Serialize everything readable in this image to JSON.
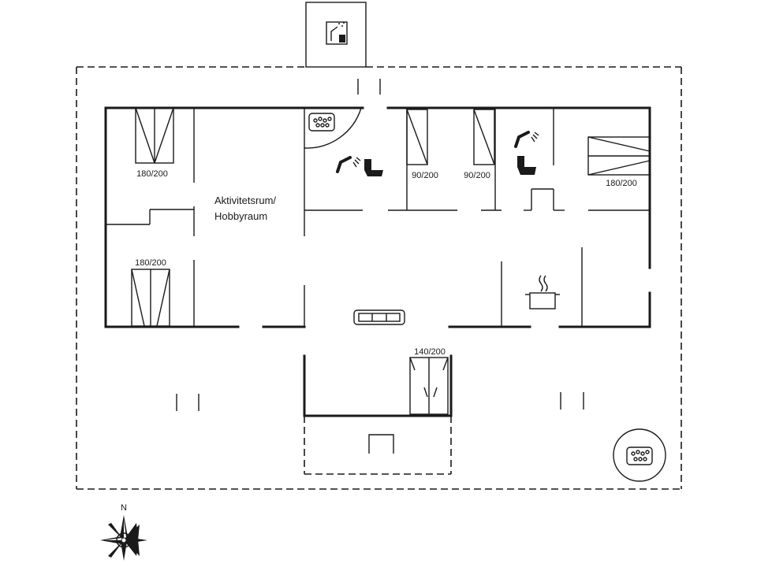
{
  "rooms": {
    "activity_line1": "Aktivitetsrum/",
    "activity_line2": "Hobbyraum"
  },
  "beds": [
    {
      "id": "bed-northwest",
      "size": "180/200"
    },
    {
      "id": "bed-southwest",
      "size": "180/200"
    },
    {
      "id": "bed-single-a",
      "size": "90/200"
    },
    {
      "id": "bed-single-b",
      "size": "90/200"
    },
    {
      "id": "bed-northeast",
      "size": "180/200"
    },
    {
      "id": "bed-sofa-bed",
      "size": "140/200"
    }
  ],
  "compass": {
    "north": "N"
  },
  "icons": [
    "whirlpool-icon",
    "outdoor-shower-icon",
    "shower-icon",
    "toilet-icon",
    "sofa-icon",
    "cooking-pot-icon",
    "outdoor-hot-tub-icon",
    "compass-rose-icon"
  ]
}
